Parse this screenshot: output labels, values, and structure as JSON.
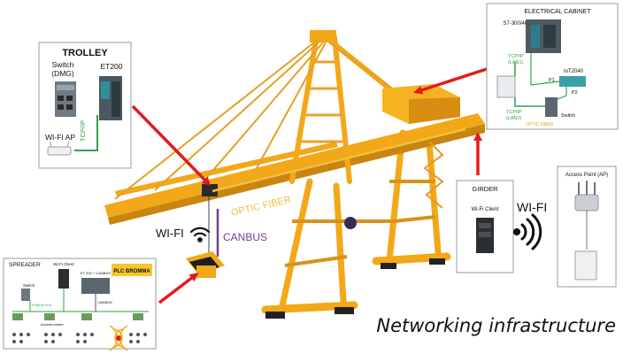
{
  "caption": "Networking infrastructure",
  "trolley": {
    "title": "TROLLEY",
    "switch_label": "Switch",
    "switch_sub": "(DMG)",
    "et_label": "ET200",
    "wifi_ap_label": "WI-FI AP",
    "link_label": "TCP/IP"
  },
  "cabinet": {
    "title": "ELECTRICAL CABINET",
    "plc_label": "S7-300/400",
    "tcpip_lan1": "TCP/IP",
    "lan1": "(LAN1)",
    "tcpip_lan2": "TCP/IP",
    "lan2": "(LAN2)",
    "optic_label": "OPTIC FIBER",
    "iot_label": "IoT2040",
    "p1": "P1",
    "p2": "P2",
    "switch_label": "Switch"
  },
  "girder": {
    "title": "GIRDER",
    "client_label": "Wi-Fi Client"
  },
  "access_point": {
    "title": "Access Point (AP)"
  },
  "spreader": {
    "title": "SPREADER",
    "plc_badge": "PLC BROMMA",
    "wifi_client": "Wi-Fi Client",
    "et_label": "ET 200 + CANBUS",
    "switch_label": "Switch",
    "profinet_label": "Profinet I/Os",
    "canbus_label": "CANBUS",
    "accel_label": "Accelerometer"
  },
  "labels": {
    "optic_fiber": "OPTIC FIBER",
    "wifi_left": "WI-FI",
    "canbus": "CANBUS",
    "wifi_right": "WI-FI"
  },
  "colors": {
    "crane": "#f2a818",
    "crane_dark": "#c98510",
    "arrow": "#e31b1b",
    "green_link": "#2fa34a",
    "canbus_line": "#7a3a9c",
    "optic_line": "#f0c040",
    "badge": "#f7c631"
  },
  "icons": [
    "wifi-icon",
    "router-icon",
    "server-icon",
    "switch-icon",
    "access-point-icon",
    "plc-icon"
  ]
}
